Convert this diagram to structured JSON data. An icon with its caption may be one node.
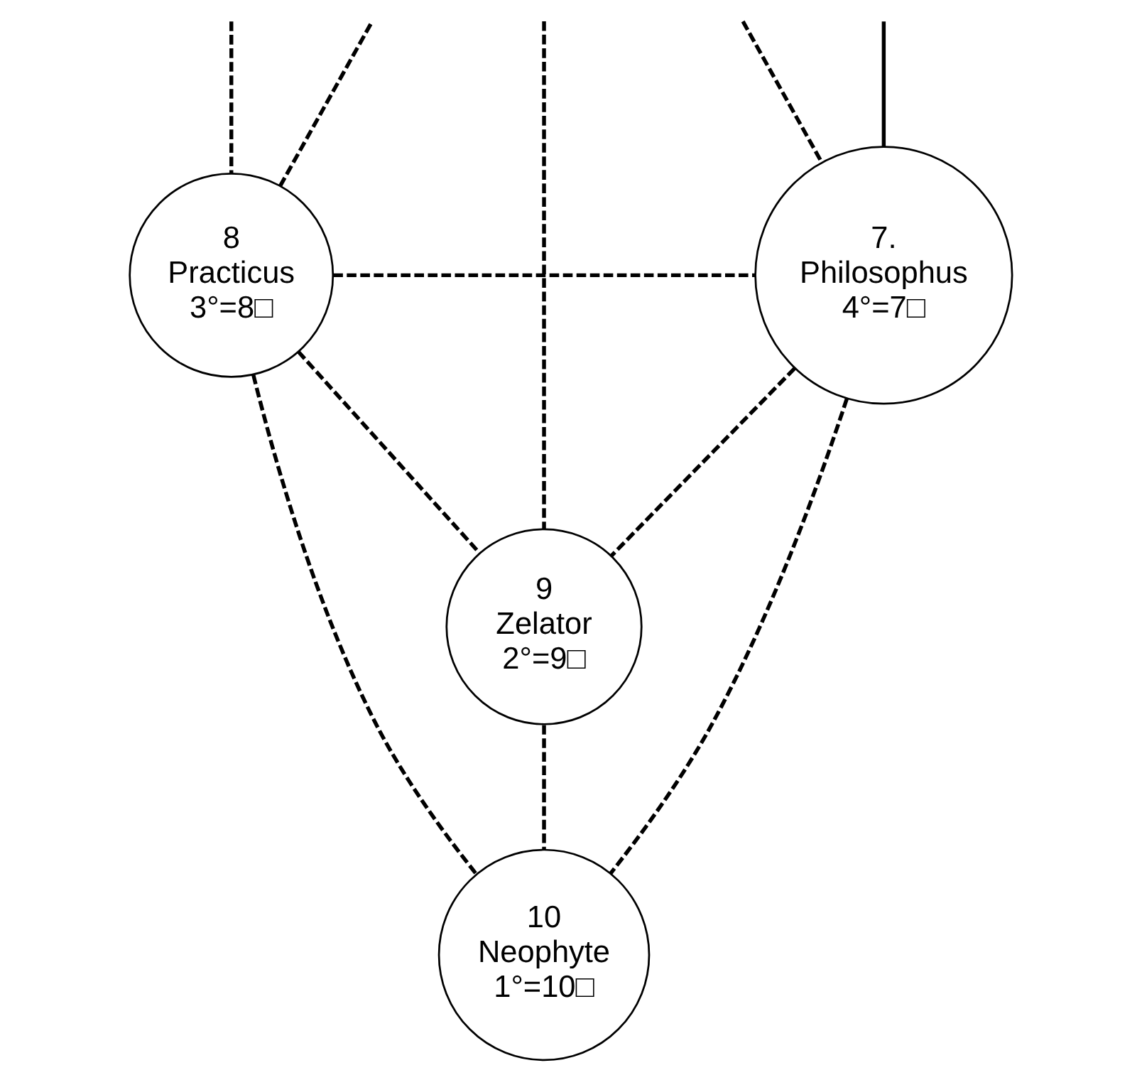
{
  "diagram": {
    "nodes": [
      {
        "text": [
          "8",
          "Practicus",
          "3°=8□"
        ]
      },
      {
        "text": [
          "7.",
          "Philosophus",
          "4°=7□"
        ]
      },
      {
        "text": [
          "9",
          "Zelator",
          "2°=9□"
        ]
      },
      {
        "text": [
          "10",
          "Neophyte",
          "1°=10□"
        ]
      }
    ],
    "edges": [
      {
        "from": null,
        "to": 0,
        "arrow": "none",
        "style": "dashed"
      },
      {
        "from": 0,
        "to": null,
        "arrow": "none",
        "style": "dashed"
      },
      {
        "from": null,
        "to": 2,
        "arrow": "none",
        "style": "dashed"
      },
      {
        "from": null,
        "to": 1,
        "arrow": "none",
        "style": "dashed"
      },
      {
        "from": null,
        "to": 1,
        "arrow": "none"
      },
      {
        "from": 0,
        "to": 1,
        "arrow": "none",
        "style": "dashed"
      },
      {
        "from": 0,
        "to": 2,
        "arrow": "none",
        "style": "dashed"
      },
      {
        "from": 1,
        "to": 2,
        "arrow": "none",
        "style": "dashed"
      },
      {
        "from": 0,
        "to": 3,
        "arrow": "none",
        "style": "dashed"
      },
      {
        "from": 1,
        "to": 3,
        "arrow": "none",
        "style": "dashed"
      },
      {
        "from": 2,
        "to": 3,
        "arrow": "none",
        "style": "dashed"
      }
    ]
  }
}
